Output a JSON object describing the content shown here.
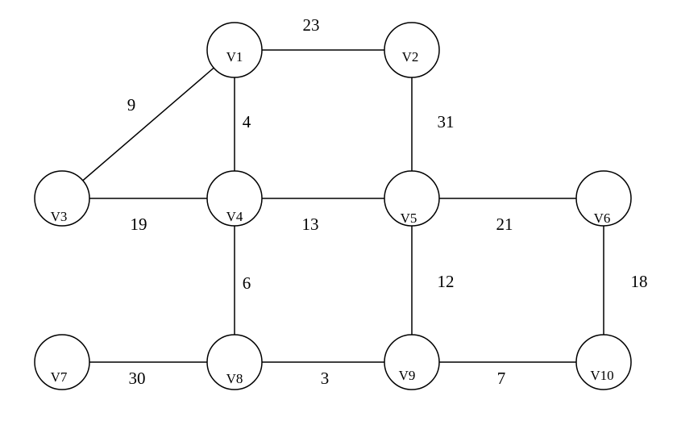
{
  "graph": {
    "nodes": [
      {
        "id": "v1",
        "label": "V1"
      },
      {
        "id": "v2",
        "label": "V2"
      },
      {
        "id": "v3",
        "label": "V3"
      },
      {
        "id": "v4",
        "label": "V4"
      },
      {
        "id": "v5",
        "label": "V5"
      },
      {
        "id": "v6",
        "label": "V6"
      },
      {
        "id": "v7",
        "label": "V7"
      },
      {
        "id": "v8",
        "label": "V8"
      },
      {
        "id": "v9",
        "label": "V9"
      },
      {
        "id": "v10",
        "label": "V10"
      }
    ],
    "edges": [
      {
        "from": "v1",
        "to": "v2",
        "weight": "23"
      },
      {
        "from": "v1",
        "to": "v3",
        "weight": "9"
      },
      {
        "from": "v1",
        "to": "v4",
        "weight": "4"
      },
      {
        "from": "v2",
        "to": "v5",
        "weight": "31"
      },
      {
        "from": "v3",
        "to": "v4",
        "weight": "19"
      },
      {
        "from": "v4",
        "to": "v5",
        "weight": "13"
      },
      {
        "from": "v5",
        "to": "v6",
        "weight": "21"
      },
      {
        "from": "v4",
        "to": "v8",
        "weight": "6"
      },
      {
        "from": "v5",
        "to": "v9",
        "weight": "12"
      },
      {
        "from": "v6",
        "to": "v10",
        "weight": "18"
      },
      {
        "from": "v7",
        "to": "v8",
        "weight": "30"
      },
      {
        "from": "v8",
        "to": "v9",
        "weight": "3"
      },
      {
        "from": "v9",
        "to": "v10",
        "weight": "7"
      }
    ]
  }
}
